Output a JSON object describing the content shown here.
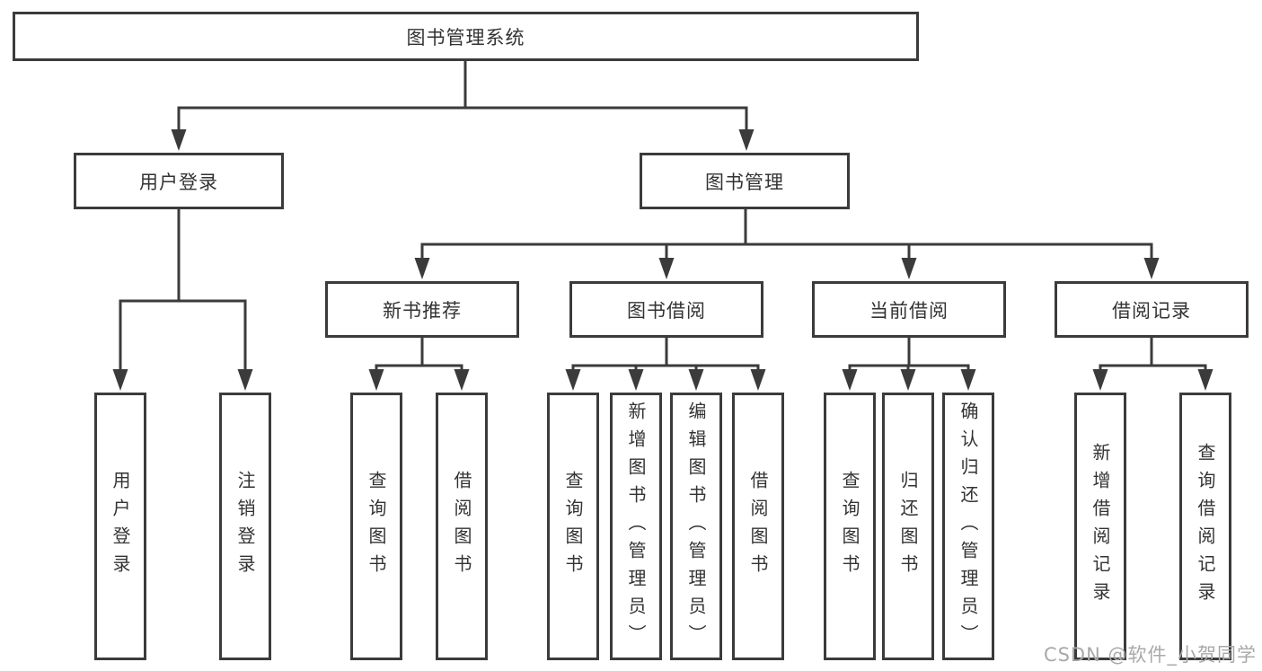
{
  "diagram": {
    "root": {
      "label": "图书管理系统"
    },
    "level2": [
      {
        "label": "用户登录",
        "leaves": [
          {
            "label": "用户登录"
          },
          {
            "label": "注销登录"
          }
        ]
      },
      {
        "label": "图书管理",
        "sections": [
          {
            "label": "新书推荐",
            "leaves": [
              {
                "label": "查询图书"
              },
              {
                "label": "借阅图书"
              }
            ]
          },
          {
            "label": "图书借阅",
            "leaves": [
              {
                "label": "查询图书"
              },
              {
                "label": "新增图书（管理员）"
              },
              {
                "label": "编辑图书（管理员）"
              },
              {
                "label": "借阅图书"
              }
            ]
          },
          {
            "label": "当前借阅",
            "leaves": [
              {
                "label": "查询图书"
              },
              {
                "label": "归还图书"
              },
              {
                "label": "确认归还（管理员）"
              }
            ]
          },
          {
            "label": "借阅记录",
            "leaves": [
              {
                "label": "新增借阅记录"
              },
              {
                "label": "查询借阅记录"
              }
            ]
          }
        ]
      }
    ]
  },
  "watermark": {
    "text": "CSDN @软件_小贺同学"
  },
  "colors": {
    "line": "#3b3b3b",
    "text": "#333333",
    "background": "#ffffff",
    "watermark": "#a9a9a9"
  }
}
